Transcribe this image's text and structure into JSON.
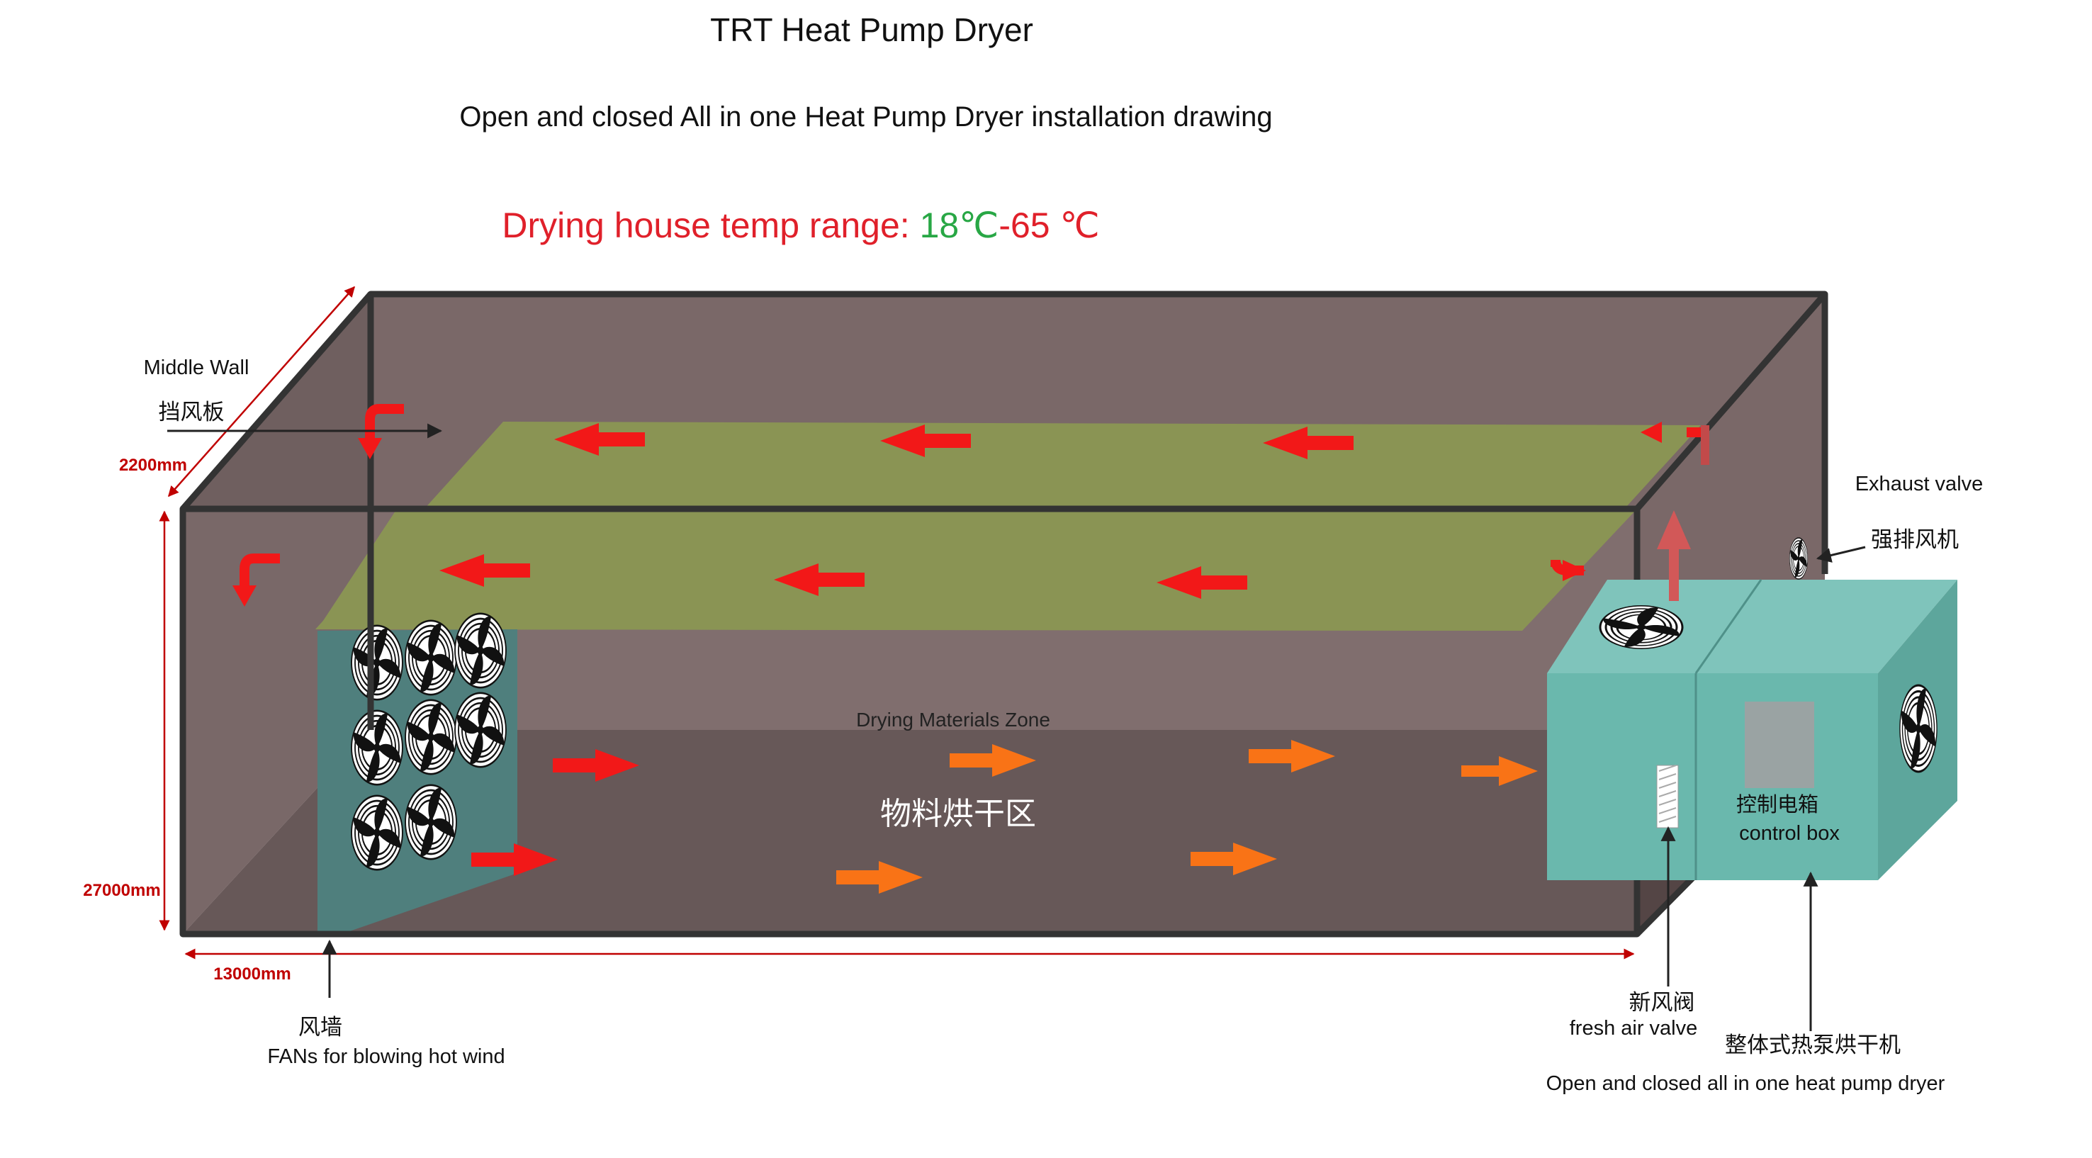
{
  "title": "TRT Heat Pump Dryer",
  "subtitle": "Open and closed All in one Heat Pump Dryer installation drawing",
  "temp_range": {
    "label": "Drying house temp range: ",
    "low": "18℃",
    "high": "-65 ℃",
    "label_color": "#e0202a",
    "low_color": "#28a745"
  },
  "labels": {
    "middle_wall": "Middle Wall",
    "middle_wall_cn": "挡风板",
    "exhaust_valve": "Exhaust valve",
    "exhaust_valve_cn": "强排风机",
    "zone": "Drying Materials Zone",
    "zone_cn": "物料烘干区",
    "control_box_cn": "控制电箱",
    "control_box": "control box",
    "fan_wall_cn": "风墙",
    "fan_wall": "FANs for blowing hot wind",
    "fresh_air_cn": "新风阀",
    "fresh_air": "fresh air valve",
    "dryer_cn": "整体式热泵烘干机",
    "dryer": "Open and closed all in one heat pump dryer"
  },
  "dimensions": {
    "depth": "2200mm",
    "height": "27000mm",
    "length": "13000mm"
  },
  "colors": {
    "room_wall": "#7a6868",
    "floor": "#544545",
    "shelf": "#8a9454",
    "fan_panel": "#4f7f7d",
    "dryer_body": "#6ab8ad",
    "red_arrow": "#f21818",
    "orange_arrow": "#f97316",
    "dimension": "#c00000"
  }
}
